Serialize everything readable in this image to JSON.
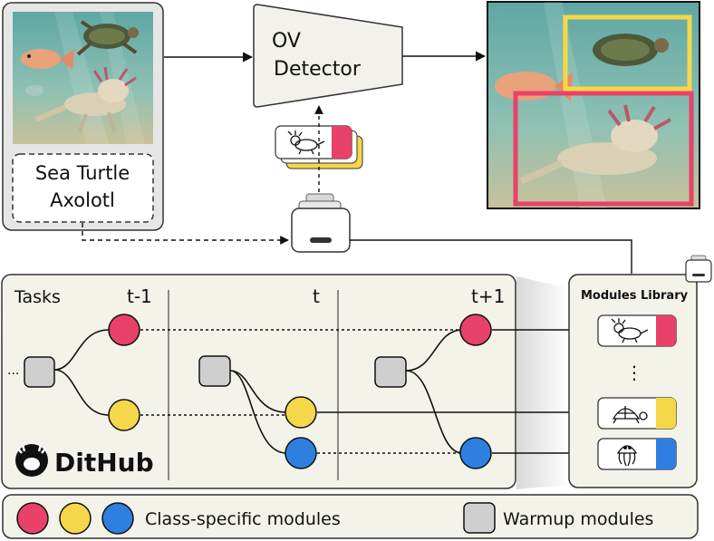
{
  "input_panel": {
    "prompt_line1": "Sea Turtle",
    "prompt_line2": "Axolotl",
    "image_icon": "underwater-scene-image"
  },
  "detector": {
    "line1": "OV",
    "line2": "Detector"
  },
  "output_panel": {
    "image_icon": "detected-scene-image",
    "box_colors": [
      "#f5d84a",
      "#e8416a"
    ]
  },
  "tasks_panel": {
    "title": "Tasks",
    "columns": [
      "t-1",
      "t",
      "t+1"
    ],
    "ellipsis": "...",
    "brand": "DitHub"
  },
  "modules_library": {
    "title": "Modules Library",
    "ellipsis": "⋮",
    "modules": [
      {
        "icon": "axolotl-icon",
        "color": "#e8416a"
      },
      {
        "icon": "turtle-icon",
        "color": "#f5d84a"
      },
      {
        "icon": "jellyfish-icon",
        "color": "#2f7fe0"
      }
    ]
  },
  "legend": {
    "class_specific_label": "Class-specific modules",
    "warmup_label": "Warmup modules",
    "colors": [
      "#e8416a",
      "#f5d84a",
      "#2f7fe0"
    ],
    "warmup_color": "#cfcfcf"
  }
}
